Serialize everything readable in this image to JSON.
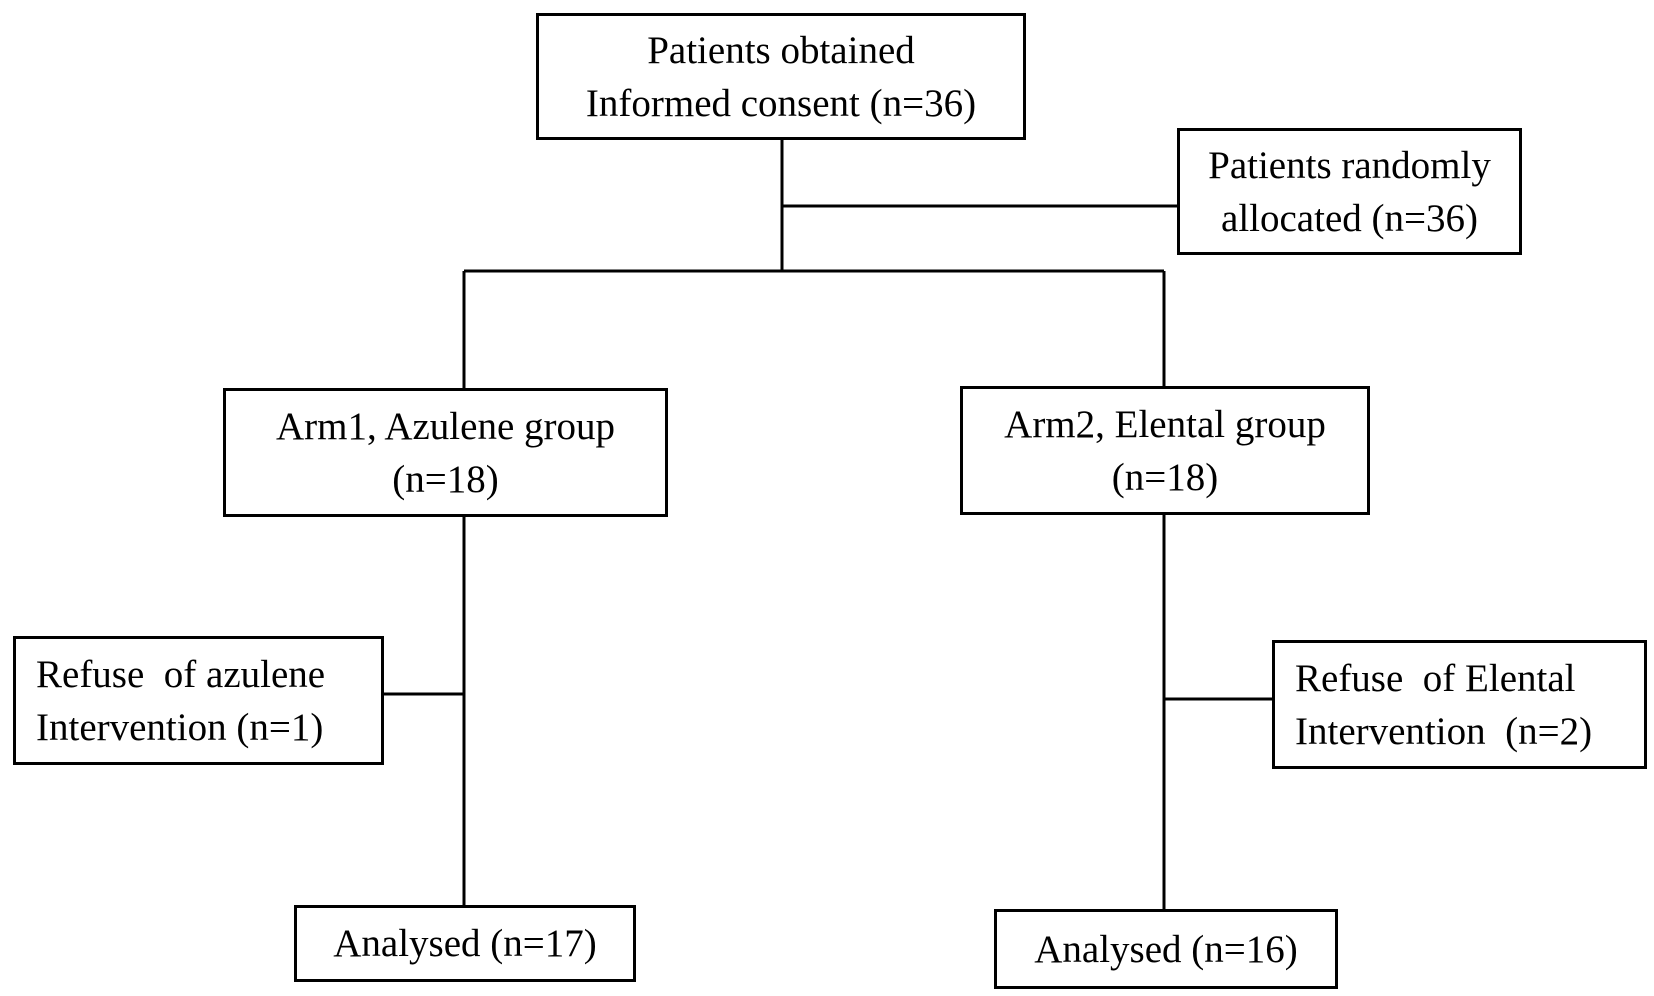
{
  "boxes": {
    "enrolled": {
      "line1": "Patients obtained",
      "line2": "Informed consent (n=36)"
    },
    "randomized": {
      "line1": "Patients randomly",
      "line2": "allocated (n=36)"
    },
    "arm1": {
      "line1": "Arm1, Azulene group",
      "line2": "(n=18)"
    },
    "arm2": {
      "line1": "Arm2, Elental group",
      "line2": "(n=18)"
    },
    "arm1_excluded": {
      "line1": "Refuse  of azulene",
      "line2": "Intervention (n=1)"
    },
    "arm2_excluded": {
      "line1": "Refuse  of Elental",
      "line2": "Intervention  (n=2)"
    },
    "arm1_analysed": {
      "line1": "Analysed (n=17)"
    },
    "arm2_analysed": {
      "line1": "Analysed (n=16)"
    }
  }
}
